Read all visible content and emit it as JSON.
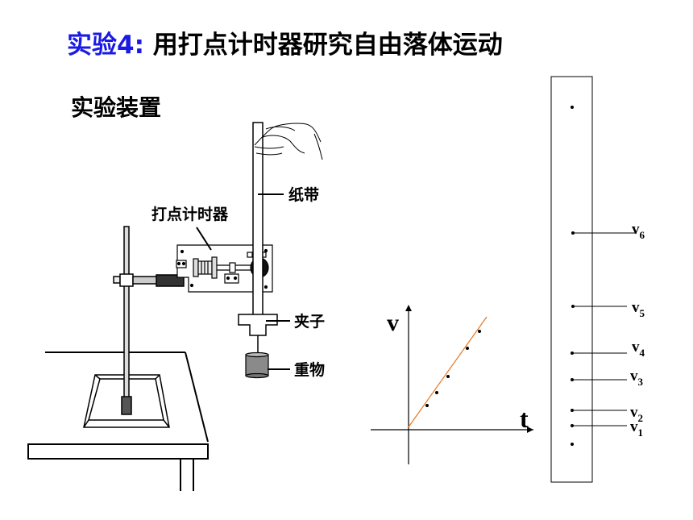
{
  "title": {
    "highlight": "实验4",
    "colon": ":",
    "text": "用打点计时器研究自由落体运动"
  },
  "subtitle": "实验装置",
  "apparatus_labels": {
    "tape": "纸带",
    "timer": "打点计时器",
    "clip": "夹子",
    "weight": "重物"
  },
  "graph": {
    "y_axis": "v",
    "x_axis": "t",
    "line_color": "#e87722"
  },
  "tape_labels": [
    {
      "main": "v",
      "sub": "6"
    },
    {
      "main": "v",
      "sub": "5"
    },
    {
      "main": "v",
      "sub": "4"
    },
    {
      "main": "v",
      "sub": "3"
    },
    {
      "main": "v",
      "sub": "2"
    },
    {
      "main": "v",
      "sub": "1"
    }
  ]
}
